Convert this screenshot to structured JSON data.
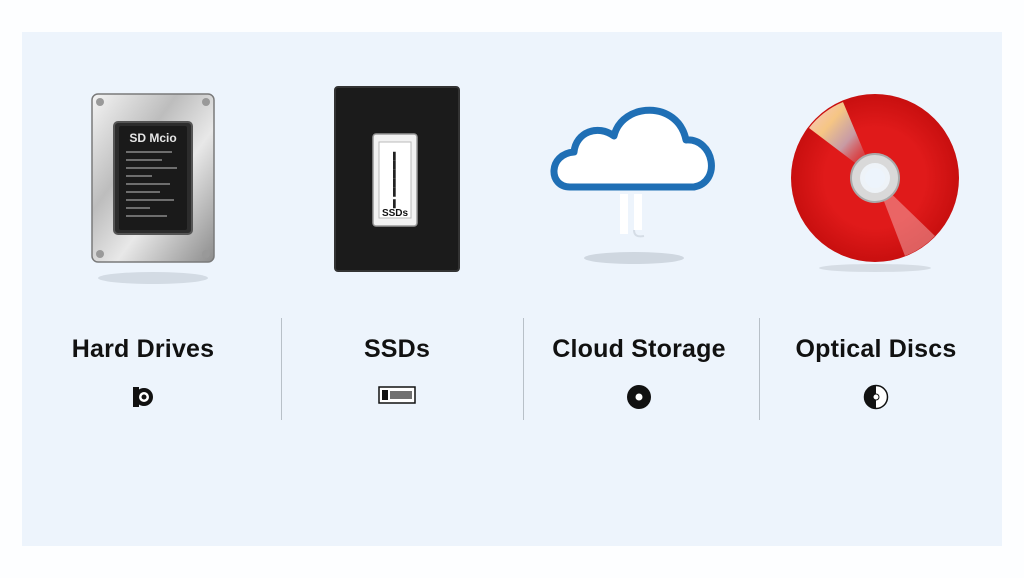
{
  "categories": [
    {
      "id": "hard-drives",
      "label": "Hard Drives",
      "icon": "hard-drive-icon",
      "device_label": "SD Mcio"
    },
    {
      "id": "ssds",
      "label": "SSDs",
      "icon": "ssd-icon",
      "device_label": "SSDs"
    },
    {
      "id": "cloud-storage",
      "label": "Cloud Storage",
      "icon": "cloud-icon"
    },
    {
      "id": "optical-discs",
      "label": "Optical Discs",
      "icon": "optical-disc-icon"
    }
  ],
  "colors": {
    "panel_bg": "#edf4fc",
    "cloud_blue": "#1f6fb5",
    "disc_red": "#e01a1a",
    "ssd_black": "#1b1b1b"
  }
}
